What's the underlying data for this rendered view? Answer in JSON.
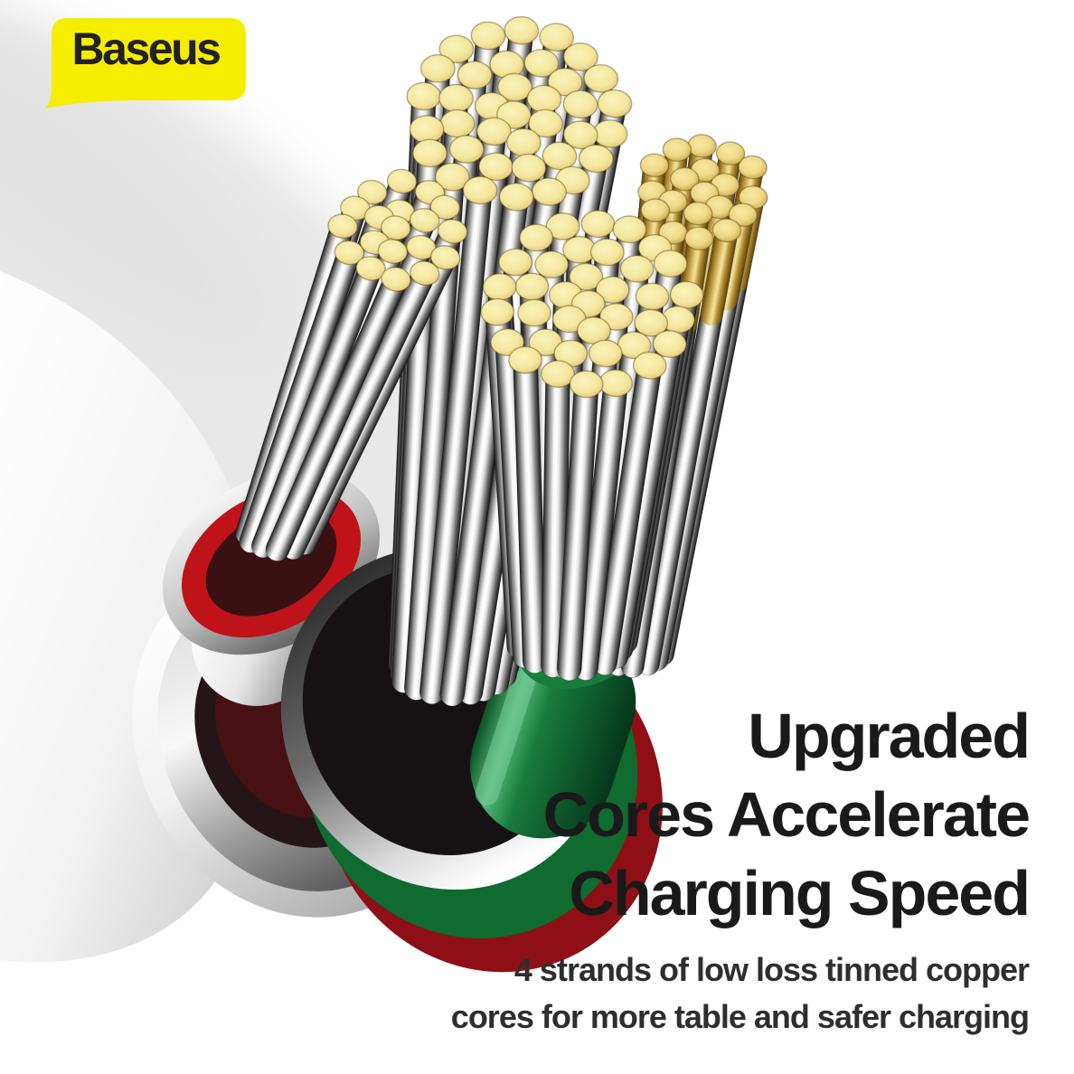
{
  "brand": {
    "logo_text": "Baseus",
    "badge_color": "#F6EE00",
    "logo_text_color": "#222222"
  },
  "headline": {
    "lines": [
      "Upgraded",
      "Cores Accelerate",
      "Charging Speed"
    ],
    "color": "#1A1A1A"
  },
  "subtitle": {
    "lines": [
      "4 strands of low loss tinned copper",
      "cores for more table and safer charging"
    ],
    "color": "#2E2E2E"
  },
  "illustration": {
    "alt": "Cutaway 3D render of a white charging cable jacket peeled back in layers (silver shield, red and green insulation) revealing 4 cores made of tinned copper wire strands with pale gold cross-section tips",
    "background": "#FFFFFF",
    "colors": {
      "backdrop_shadow": "#E7E7E7",
      "jacket_white_hi": "#FFFFFF",
      "jacket_white_lo": "#C6C6C6",
      "chrome_edge": "#1A1A1A",
      "chrome_hi": "#FFFFFF",
      "shield_red": "#C01219",
      "red_layer": "#8E1016",
      "inner_dark": "#241518",
      "sheath_dark": "#161214",
      "green_rim": "#187C3C",
      "green_hi": "#55B97C",
      "green_lo": "#05361A",
      "green_face": "#C6CFC2",
      "brass_mid": "#C9A94F",
      "tip_pale": "#F4E69E",
      "tip_gold": "#EFD987"
    },
    "cores": [
      {
        "name": "top core",
        "strands": 37,
        "tip": "pale"
      },
      {
        "name": "left core",
        "strands": 19,
        "tip": "pale"
      },
      {
        "name": "center core",
        "strands": 37,
        "tip": "pale"
      },
      {
        "name": "right core",
        "strands": 19,
        "tip": "gold"
      }
    ]
  }
}
